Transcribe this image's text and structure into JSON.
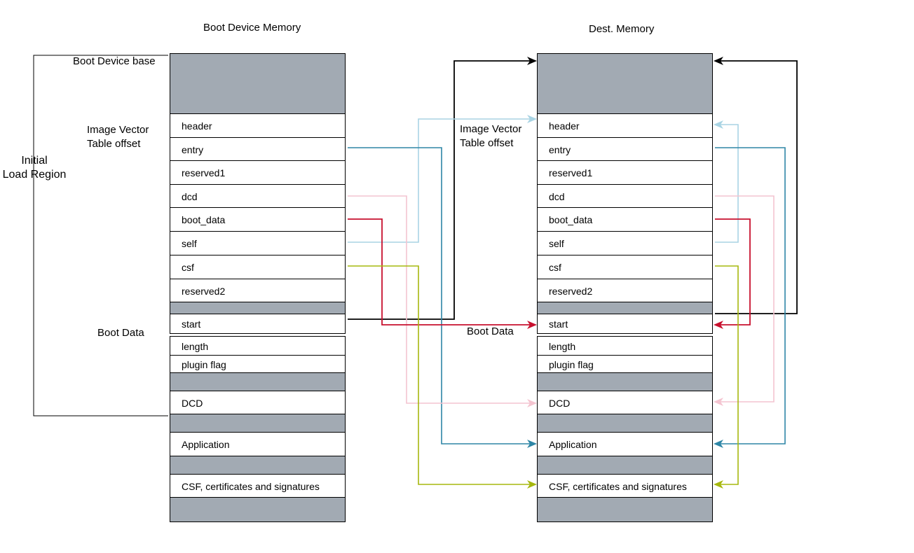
{
  "left": {
    "title": "Boot Device Memory",
    "side_labels": {
      "base": "Boot Device base",
      "ivt": "Image Vector\nTable offset",
      "boot_data": "Boot Data",
      "initial_region": "Initial\nLoad Region"
    }
  },
  "right": {
    "title": "Dest. Memory",
    "side_labels": {
      "ivt": "Image Vector\nTable offset",
      "boot_data": "Boot Data"
    }
  },
  "segments": [
    {
      "key": "base",
      "kind": "gray",
      "label": ""
    },
    {
      "key": "header",
      "kind": "white",
      "label": "header"
    },
    {
      "key": "entry",
      "kind": "white",
      "label": "entry"
    },
    {
      "key": "reserved1",
      "kind": "white",
      "label": "reserved1"
    },
    {
      "key": "dcd",
      "kind": "white",
      "label": "dcd"
    },
    {
      "key": "boot_data",
      "kind": "white",
      "label": "boot_data"
    },
    {
      "key": "self",
      "kind": "white",
      "label": "self"
    },
    {
      "key": "csf",
      "kind": "white",
      "label": "csf"
    },
    {
      "key": "reserved2",
      "kind": "white",
      "label": "reserved2"
    },
    {
      "key": "gap1",
      "kind": "gray",
      "label": ""
    },
    {
      "key": "start",
      "kind": "white",
      "label": "start"
    },
    {
      "key": "length",
      "kind": "white",
      "label": "length"
    },
    {
      "key": "plugin",
      "kind": "white",
      "label": "plugin flag"
    },
    {
      "key": "gap2",
      "kind": "gray",
      "label": ""
    },
    {
      "key": "dcd_block",
      "kind": "white",
      "label": "DCD"
    },
    {
      "key": "gap3",
      "kind": "gray",
      "label": ""
    },
    {
      "key": "app",
      "kind": "white",
      "label": "Application"
    },
    {
      "key": "gap4",
      "kind": "gray",
      "label": ""
    },
    {
      "key": "csf_block",
      "kind": "white",
      "label": "CSF, certificates and signatures"
    },
    {
      "key": "tail",
      "kind": "gray",
      "label": ""
    }
  ],
  "colors": {
    "block_fill": "#a2aab3",
    "arrow_start": "#000000",
    "arrow_entry": "#2e86a6",
    "arrow_dcd": "#f4c4d0",
    "arrow_boot_data": "#c8102e",
    "arrow_self": "#a9d4e4",
    "arrow_csf": "#a6b80e"
  }
}
